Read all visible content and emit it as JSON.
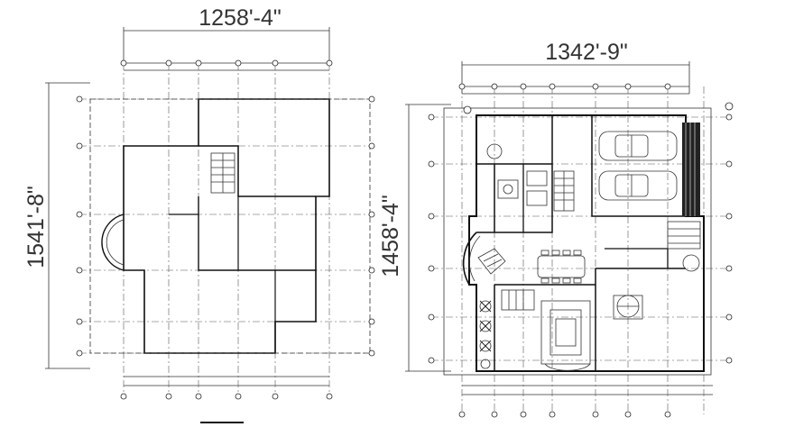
{
  "plans": {
    "left": {
      "width_dim": "1258'-4\"",
      "height_dim": "1541'-8\""
    },
    "right": {
      "width_dim": "1342'-9\"",
      "height_dim": "1458'-4\""
    }
  },
  "colors": {
    "line": "#111111",
    "dim": "#333333",
    "background": "#ffffff"
  }
}
